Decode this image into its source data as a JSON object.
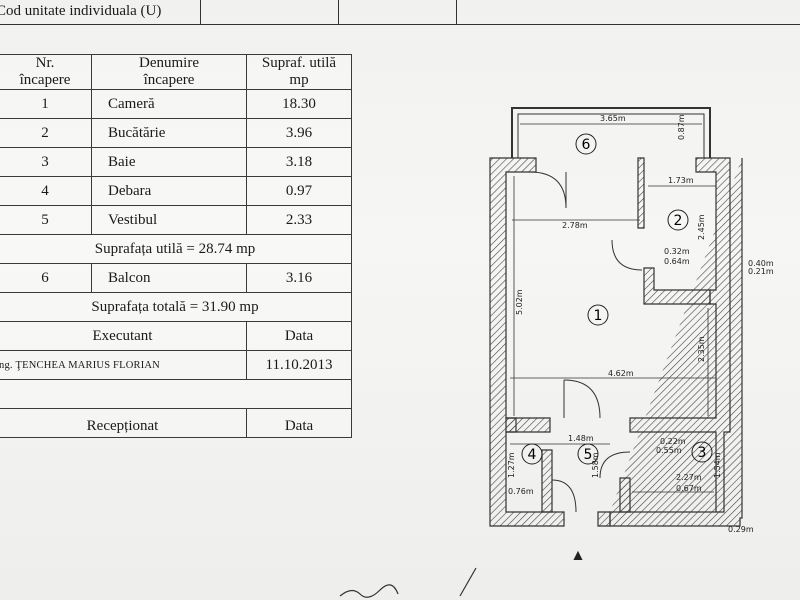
{
  "header": {
    "code_label": "Cod unitate individuala (U)"
  },
  "table": {
    "col_nr": "Nr. încapere",
    "col_nr_l1": "Nr.",
    "col_nr_l2": "încapere",
    "col_name_l1": "Denumire",
    "col_name_l2": "încapere",
    "col_area_l1": "Supraf. utilă",
    "col_area_l2": "mp",
    "rooms": [
      {
        "nr": "1",
        "name": "Cameră",
        "area": "18.30"
      },
      {
        "nr": "2",
        "name": "Bucătărie",
        "area": "3.96"
      },
      {
        "nr": "3",
        "name": "Baie",
        "area": "3.18"
      },
      {
        "nr": "4",
        "name": "Debara",
        "area": "0.97"
      },
      {
        "nr": "5",
        "name": "Vestibul",
        "area": "2.33"
      }
    ],
    "useful_area": "Suprafața utilă  = 28.74 mp",
    "balcony": {
      "nr": "6",
      "name": "Balcon",
      "area": "3.16"
    },
    "total_area": "Suprafața totală  = 31.90 mp",
    "executant_label": "Executant",
    "data_label": "Data",
    "executant_name": "ng. ŢENCHEA MARIUS FLORIAN",
    "executant_date": "11.10.2013",
    "receptionat_label": "Recepționat",
    "data_label2": "Data"
  },
  "plan": {
    "room_numbers": [
      "1",
      "2",
      "3",
      "4",
      "5",
      "6"
    ],
    "dimensions": {
      "balcony_width": "3.65m",
      "balcony_depth": "0.87m",
      "kitchen_width": "1.73m",
      "kitchen_depth": "2.45m",
      "room_width_top": "2.78m",
      "room_height": "5.02m",
      "room_width": "4.62m",
      "room_right_height": "2.35m",
      "vestibule_width": "1.48m",
      "vestibule_depth": "1.58m",
      "bath_width": "2.27m",
      "bath_depth": "1.54m",
      "storage_depth": "1.27m",
      "storage_width": "0.76m",
      "small_a": "0.32m",
      "small_b": "0.64m",
      "small_c": "0.40m",
      "small_d": "0.21m",
      "small_e": "0.22m",
      "small_f": "0.55m",
      "small_g": "0.67m",
      "small_h": "0.29m"
    }
  }
}
